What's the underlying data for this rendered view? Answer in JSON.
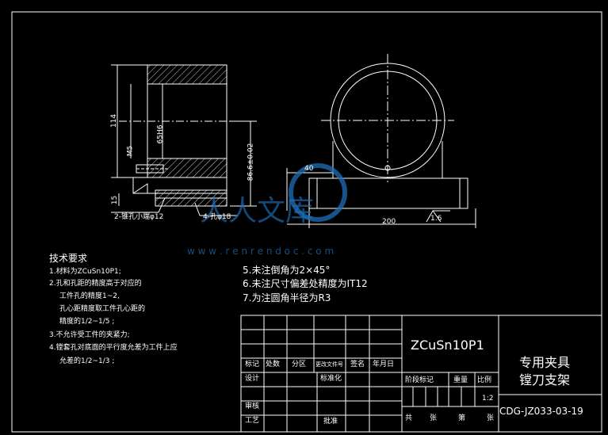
{
  "drawing": {
    "dims_left": {
      "h_total": "114",
      "bore": "65H6",
      "hole_depth": "M5",
      "h_center": "86.6±0.02",
      "h_base": "15",
      "note_pin": "2-锥孔小端φ12",
      "note_hole": "4-孔φ18"
    },
    "dims_right": {
      "offset": "40",
      "width": "200",
      "roughness": "1.6"
    },
    "watermark": {
      "brand": "人人文库",
      "url": "w w w . r e n r e n d o c . c o m"
    }
  },
  "tech_req": {
    "title": "技术要求",
    "items": [
      "1.材料为ZCuSn10P1;",
      "2.孔和孔距的精度高于对应的",
      "工件孔的精度1~2,",
      "孔心距精度取工件孔心距的",
      "精度的1/2~1/5 ;",
      "3.不允许受工件的夹紧力;",
      "4.镗套孔对底面的平行度允差为工件上应",
      "允差的1/2~1/3 ;"
    ],
    "items_right": [
      "5.未注倒角为2×45°",
      "6.未注尺寸偏差处精度为IT12",
      "7.为注圆角半径为R3"
    ]
  },
  "title_block": {
    "material": "ZCuSn10P1",
    "name_line1": "专用夹具",
    "name_line2": "镗刀支架",
    "code": "CDG-JZ033-03-19",
    "header_labels": [
      "标记",
      "处数",
      "分区",
      "更改文件号",
      "签名",
      "年月日"
    ],
    "design": "设计",
    "standardize": "标准化",
    "review": "审核",
    "process": "工艺",
    "approve": "批准",
    "stage_mark": "阶段标记",
    "weight": "重量",
    "scale_label": "比例",
    "scale_value": "1:2",
    "sheet_total": "共",
    "sheet_unit": "张",
    "sheet_num": "第",
    "sheet_unit2": "张"
  }
}
